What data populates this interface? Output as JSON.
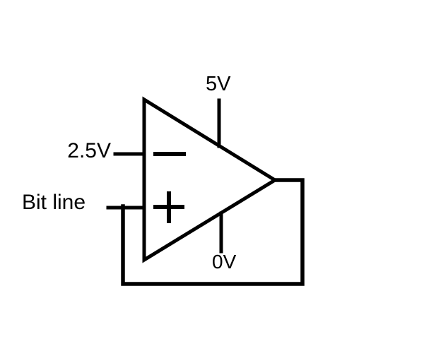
{
  "diagram": {
    "description": "Op-amp comparator sense amplifier circuit with feedback loop",
    "labels": {
      "positive_supply": "5V",
      "inverting_input": "2.5V",
      "noninverting_input": "Bit line",
      "negative_supply": "0V"
    },
    "symbols": {
      "inverting": "−",
      "noninverting": "+"
    },
    "colors": {
      "line": "#000000",
      "background": "#ffffff"
    }
  }
}
